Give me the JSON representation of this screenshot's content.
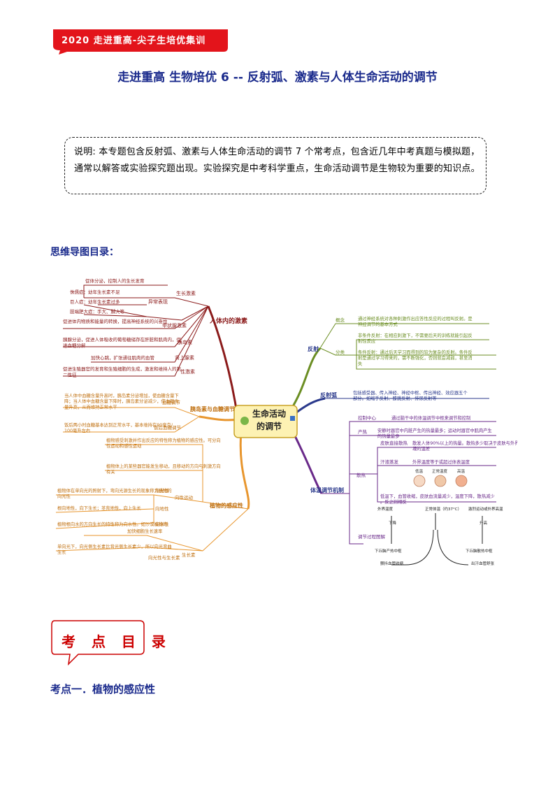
{
  "banner": {
    "text": "2020 走进重高-尖子生培优集训",
    "color": "#e3141b"
  },
  "title": "走进重高 生物培优 6 -- 反射弧、激素与人体生命活动的调节",
  "note": "说明: 本专题包含反射弧、激素与人体生命活动的调节 7 个常考点，包含近几年中考真题与模拟题，通常以解答或实验探究题出现。实验探究是中考科学重点，生命活动调节是生物较为重要的知识点。",
  "mindmap_heading": "思维导图目录：",
  "mindmap": {
    "center": "生命活动的调节",
    "left": {
      "hormone": {
        "title": "人体内的激素",
        "growth": "生长激素",
        "growth_items": [
          "促体分泌，控制人的生长发育",
          "侏儒症：幼年生长素不足",
          "巨人症：幼年生长素过多",
          "肢端肥大症：手大、脚大等"
        ],
        "abnormal": "异常表现",
        "thyroid": "甲状腺激素",
        "thyroid_item": "促进体内物质和能量的转换，提高神经系统的兴奋性",
        "insulin": "胰岛素",
        "insulin_item": "胰腺分泌，促进人体吸收的葡萄糖储存在肝脏和肌肉内，促进血糖分解",
        "adrenal": "肾上腺素",
        "adrenal_item": "加快心跳，扩张通往肌肉的血管",
        "sex": "性激素",
        "sex_item": "促进生殖器官的发育和生殖细胞的生成，激发和维持人的第二性征"
      },
      "insulin_blood": {
        "title": "胰岛素与血糖调节",
        "sub1": "血糖调节",
        "sub1_text": "当人体中血糖含量升高时，胰岛素分泌增加，使血糖含量下降；当人体中血糖含量下降时，胰岛素分泌减少，使血糖含量升高，从而维持正常水平",
        "sub2": "饭后血糖调节",
        "sub2_text": "饭后两小时血糖基本达到正常水平，基本维持在90毫克/100毫升左右"
      },
      "plant": {
        "title": "植物的感应性",
        "intro": "植物感受刺激并作出反应的特性称为植物的感应性。可分向性运动和感性运动",
        "tropism": "向性运动",
        "tropism_def": "植物体上的某些器官能发生移动，且移动的方向与刺激方向有关",
        "phototropism": "向光性",
        "photo_text": "植物体在单向光的照射下，弯向光源生长的现象称为植物的向光性",
        "geotropism": "向地性",
        "geo_text": "根向地性，向下生长；茎背地性，向上生长",
        "hydrotropism": "向水性",
        "hydro_text": "植物根向水的方向生长的特性称为向水性。如沙漠植物的",
        "auxin": "生长素",
        "auxin_item1": "加快细胞生长速率",
        "auxin_item2": "单向光下，向光侧生长素比背光侧生长素少，所以向光弯曲生长",
        "auxin_rel": "向光性与生长素"
      }
    },
    "right": {
      "reflex": {
        "title": "反射",
        "concept": "概念",
        "concept_text": "通过神经系统对各种刺激作出应答性反应的过程叫反射。是神经调节的基本方式",
        "classify": "分类",
        "unconditioned": "非条件反射：在相应刺激下，不需要后天的训练就能引起反射性反应",
        "conditioned": "条件反射：通过后天学习而得到的较为复杂的反射。条件反射是通过学习得来的，需不断强化，否则就会减弱，甚至消失"
      },
      "arc": {
        "title": "反射弧",
        "text": "包括感受器、传入神经、神经中枢、传出神经、效应器五个部分。如缩手反射、膝跳反射、排尿反射等"
      },
      "temp": {
        "title": "体温调节机制",
        "control": "控制中心",
        "control_text": "通过脑干中的体温调节中枢来调节和控制",
        "heat_prod": "产热",
        "heat_prod_text": "安静时器官中内脏产生的热量最多；运动时器官中肌肉产生的热量最多",
        "heat_loss": "散热",
        "skin": "皮肤直接散热",
        "skin_text": "散发人体90%以上的热量。散热多少取决于皮肤与外界环境的温差",
        "sweat": "汗液蒸发",
        "sweat_text": "外界温度等于或超过体表温度",
        "temp_labels": [
          "低温",
          "正常温度",
          "高温"
        ],
        "low_text": "低温下，血管收缩，皮肤血流量减少，温度下降，散热减少。反之则相反",
        "process": "调节过程图解",
        "diagram": {
          "normal": "正常体温（约37°C）",
          "cold_env": "外界温度",
          "hot_env": "激烈运动或外界高温",
          "drop": "下降",
          "rise": "升高",
          "center_cold": "下丘脑产热中枢",
          "center_hot": "下丘脑散热中枢",
          "shiver": "颤抖血管收缩",
          "sweat_out": "出汗血管舒张"
        }
      }
    }
  },
  "toc_label": "考 点 目 录",
  "section_title": "考点一．植物的感应性",
  "colors": {
    "title": "#1a2a8c",
    "red": "#c00000",
    "orange": "#e8962e",
    "olive": "#6b8e23",
    "navy": "#2b3a8c",
    "purple": "#6a2a8a",
    "maroon": "#8b1a1a"
  }
}
